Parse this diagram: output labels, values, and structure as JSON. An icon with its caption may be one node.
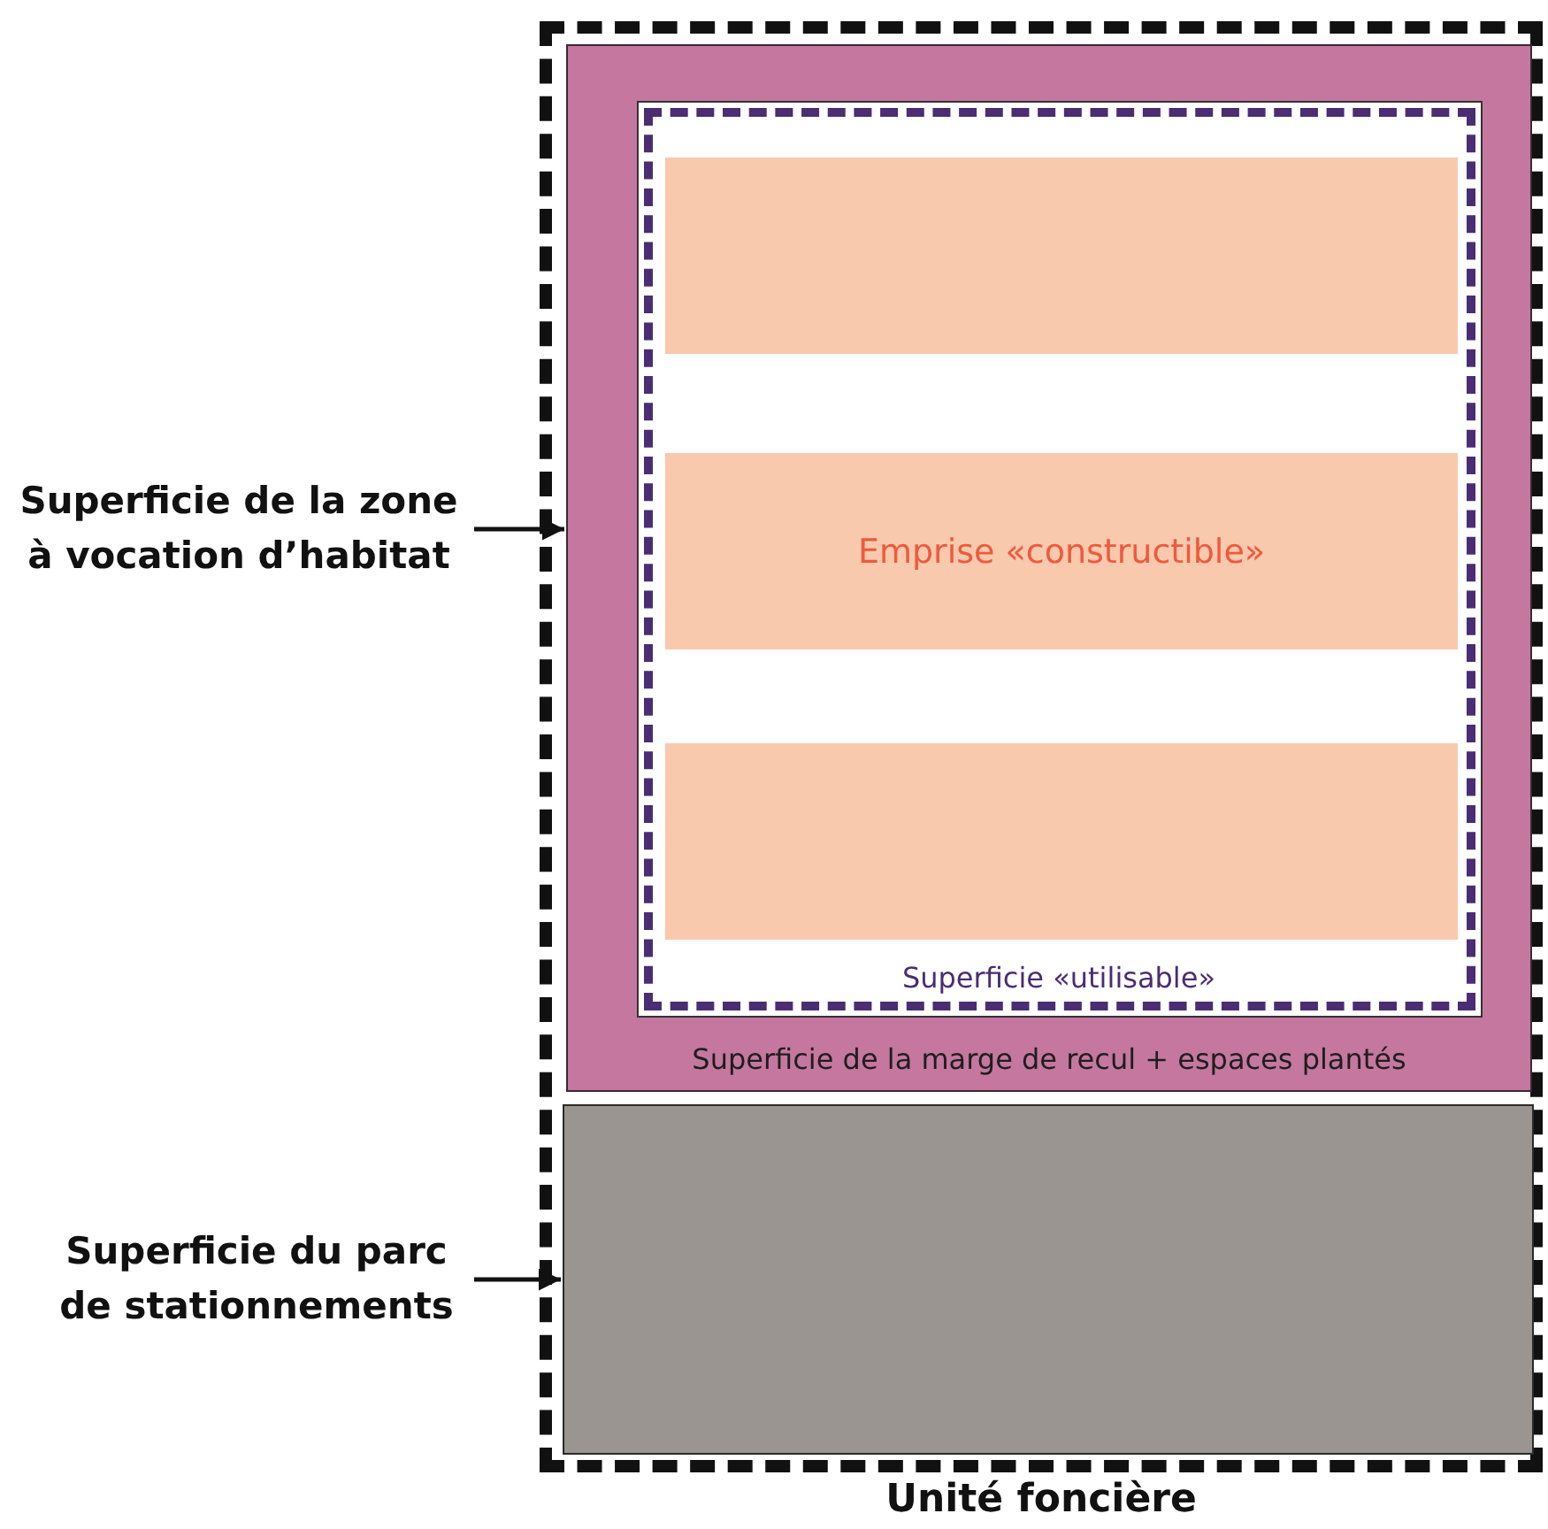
{
  "diagram": {
    "nodes": [
      {
        "text": [
          "Unité foncière"
        ]
      },
      {
        "text": [
          "Superficie de la marge de recul + espaces plantés"
        ],
        "in": 0
      },
      {
        "text": [
          "Superficie «utilisable»"
        ],
        "in": 1
      },
      {
        "text": [],
        "shape": "box",
        "in": 2
      },
      {
        "text": [
          "Emprise «constructible»"
        ],
        "in": 2
      },
      {
        "text": [],
        "shape": "box",
        "in": 2
      },
      {
        "text": [],
        "shape": "box",
        "in": 0
      },
      {
        "text": [
          "Superficie de la zone à vocation d’habitat"
        ]
      },
      {
        "text": [
          "Superficie du parc de stationnements"
        ]
      }
    ],
    "edges": [
      {
        "from": 7,
        "to": 1,
        "arrow": "to"
      },
      {
        "from": 8,
        "to": 6,
        "arrow": "to"
      }
    ]
  }
}
